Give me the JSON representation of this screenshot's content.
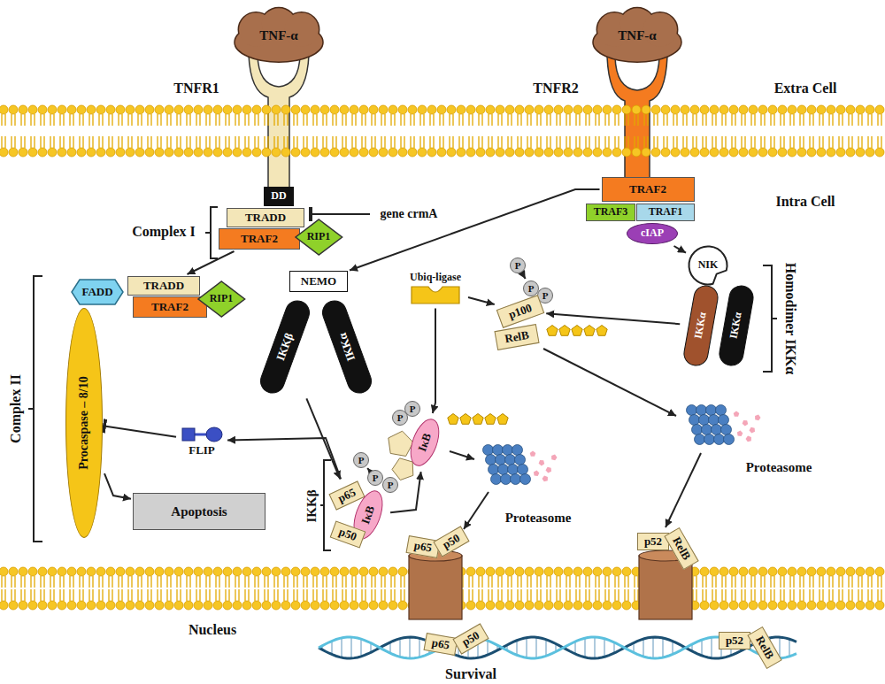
{
  "diagram": {
    "nodes": [
      {
        "text": [
          "TNF-α"
        ]
      },
      {
        "text": [
          "TNF-α"
        ]
      },
      {
        "text": [
          "DD"
        ]
      },
      {
        "text": [
          "TRADD"
        ]
      },
      {
        "text": [
          "TRAF2"
        ]
      },
      {
        "text": [
          "RIP1"
        ]
      },
      {
        "text": [
          "TRAF2"
        ]
      },
      {
        "text": [
          "TRAF3"
        ]
      },
      {
        "text": [
          "TRAF1"
        ]
      },
      {
        "text": [
          "cIAP"
        ]
      },
      {
        "text": [
          "NIK"
        ]
      },
      {
        "text": [
          "IKKα"
        ]
      },
      {
        "text": [
          "IKKα"
        ]
      },
      {
        "text": [
          "NEMO"
        ]
      },
      {
        "text": [
          "IKKβ"
        ]
      },
      {
        "text": [
          "IKKα"
        ]
      },
      {
        "text": [
          "Ubiq-ligase"
        ]
      },
      {
        "text": [
          "P"
        ]
      },
      {
        "text": [
          "P"
        ]
      },
      {
        "text": [
          "P"
        ]
      },
      {
        "text": [
          "p100"
        ]
      },
      {
        "text": [
          "RelB"
        ]
      },
      {
        "text": [
          "FADD"
        ]
      },
      {
        "text": [
          "TRADD"
        ]
      },
      {
        "text": [
          "TRAF2"
        ]
      },
      {
        "text": [
          "RIP1"
        ]
      },
      {
        "text": [
          "Procaspase – 8/10"
        ]
      },
      {
        "text": [
          "FLIP"
        ]
      },
      {
        "text": [
          "Apoptosis"
        ]
      },
      {
        "text": [
          "P"
        ]
      },
      {
        "text": [
          "P"
        ]
      },
      {
        "text": [
          "P"
        ]
      },
      {
        "text": [
          "p65"
        ]
      },
      {
        "text": [
          "IκB"
        ]
      },
      {
        "text": [
          "p50"
        ]
      },
      {
        "text": [
          "P"
        ]
      },
      {
        "text": [
          "P"
        ]
      },
      {
        "text": [
          "IκB"
        ]
      },
      {
        "text": [
          "p65"
        ]
      },
      {
        "text": [
          "p50"
        ]
      },
      {
        "text": [
          "p52"
        ]
      },
      {
        "text": [
          "RelB"
        ]
      },
      {
        "text": [
          "p65"
        ]
      },
      {
        "text": [
          "p50"
        ]
      },
      {
        "text": [
          "p52"
        ]
      },
      {
        "text": [
          "RelB"
        ]
      }
    ],
    "edges": [
      {
        "from": 4,
        "to": 23,
        "arrow": "to"
      },
      {
        "from": 6,
        "to": 13,
        "arrow": "to"
      },
      {
        "from": 9,
        "to": 10,
        "arrow": "to"
      },
      {
        "from": 11,
        "to": 20,
        "arrow": "to"
      },
      {
        "from": 16,
        "to": 20,
        "arrow": "to"
      },
      {
        "from": 16,
        "to": 37,
        "arrow": "to"
      },
      {
        "from": 17,
        "to": 18,
        "arrow": "to"
      },
      {
        "from": 14,
        "to": 32,
        "arrow": "to"
      },
      {
        "from": 29,
        "to": 30,
        "arrow": "to"
      },
      {
        "from": 33,
        "to": 37,
        "arrow": "to"
      },
      {
        "from": 32,
        "to": 27,
        "arrow": "to"
      },
      {
        "from": 27,
        "to": 26,
        "arrow": "to"
      },
      {
        "from": 26,
        "to": 28,
        "arrow": "to"
      }
    ],
    "labels": [
      "Extra Cell",
      "Intra Cell",
      "TNFR1",
      "TNFR2",
      "gene crmA",
      "Complex I",
      "Complex II",
      "Homodimer IKKα",
      "IKKβ",
      "Proteasome",
      "Proteasome",
      "Nucleus",
      "Survival"
    ]
  }
}
